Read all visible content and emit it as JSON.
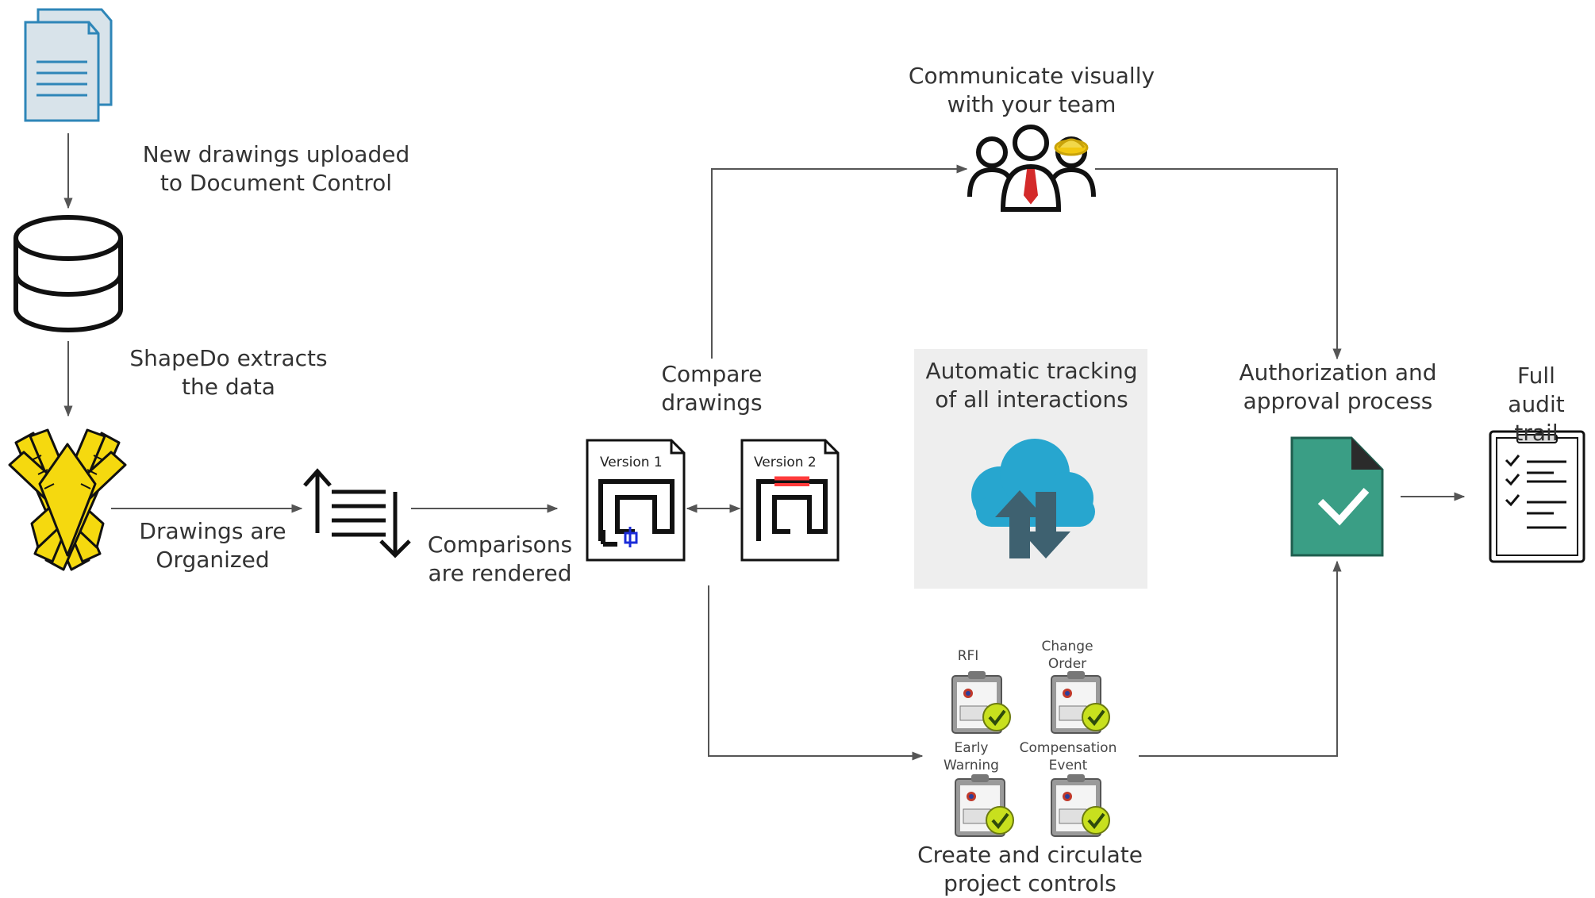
{
  "steps": {
    "upload": "New drawings uploaded\nto Document Control",
    "extract": "ShapeDo extracts\nthe data",
    "organize": "Drawings are\nOrganized",
    "render": "Comparisons\nare rendered",
    "compare": "Compare\ndrawings",
    "communicate": "Communicate visually\nwith your team",
    "tracking": "Automatic tracking\nof all interactions",
    "authorize": "Authorization and\napproval process",
    "audit": "Full audit\ntrail",
    "controls": "Create and circulate\nproject controls"
  },
  "versions": {
    "v1": "Version 1",
    "v2": "Version 2"
  },
  "controls": {
    "rfi": "RFI",
    "change_order": "Change\nOrder",
    "early_warning": "Early\nWarning",
    "compensation_event": "Compensation\nEvent"
  },
  "icons": {
    "documents": "documents-icon",
    "database": "database-icon",
    "shapedo_logo": "shapedo-logo-icon",
    "sort": "sort-list-icon",
    "team": "team-icon",
    "cloud": "cloud-sync-icon",
    "approval": "approved-document-icon",
    "clipboard": "checklist-clipboard-icon",
    "project_control": "clipboard-check-icon"
  },
  "colors": {
    "arrow": "#555555",
    "document_blue": "#2e86b8",
    "logo_yellow": "#f5d90f",
    "cloud_blue": "#27a6cf",
    "approval_green": "#3a9e85",
    "check_green": "#b6d80f",
    "change_red": "#ff3b3b",
    "change_blue": "#1a2bd8"
  }
}
